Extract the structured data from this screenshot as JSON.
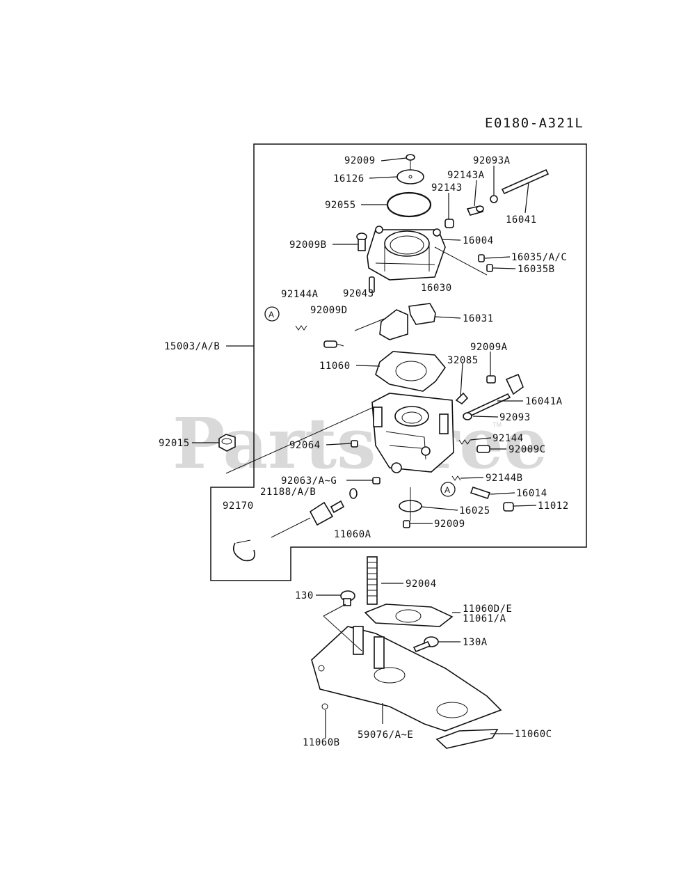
{
  "diagram": {
    "reference_code": "E0180-A321L",
    "watermark": "PartsTree",
    "watermark_tm": "TM",
    "callout_marker": "A",
    "labels": [
      "92009",
      "16126",
      "92055",
      "92009B",
      "92093A",
      "92143A",
      "92143",
      "16041",
      "16004",
      "16035/A/C",
      "16035B",
      "16030",
      "92144A",
      "92043",
      "92009D",
      "16031",
      "15003/A/B",
      "11060",
      "92009A",
      "32085",
      "16041A",
      "92093",
      "92015",
      "92064",
      "92144",
      "92009C",
      "92063/A~G",
      "92144B",
      "21188/A/B",
      "92170",
      "16014",
      "11012",
      "16025",
      "92009",
      "11060A",
      "92004",
      "130",
      "11060D/E",
      "11061/A",
      "130A",
      "11060B",
      "59076/A~E",
      "11060C"
    ]
  }
}
